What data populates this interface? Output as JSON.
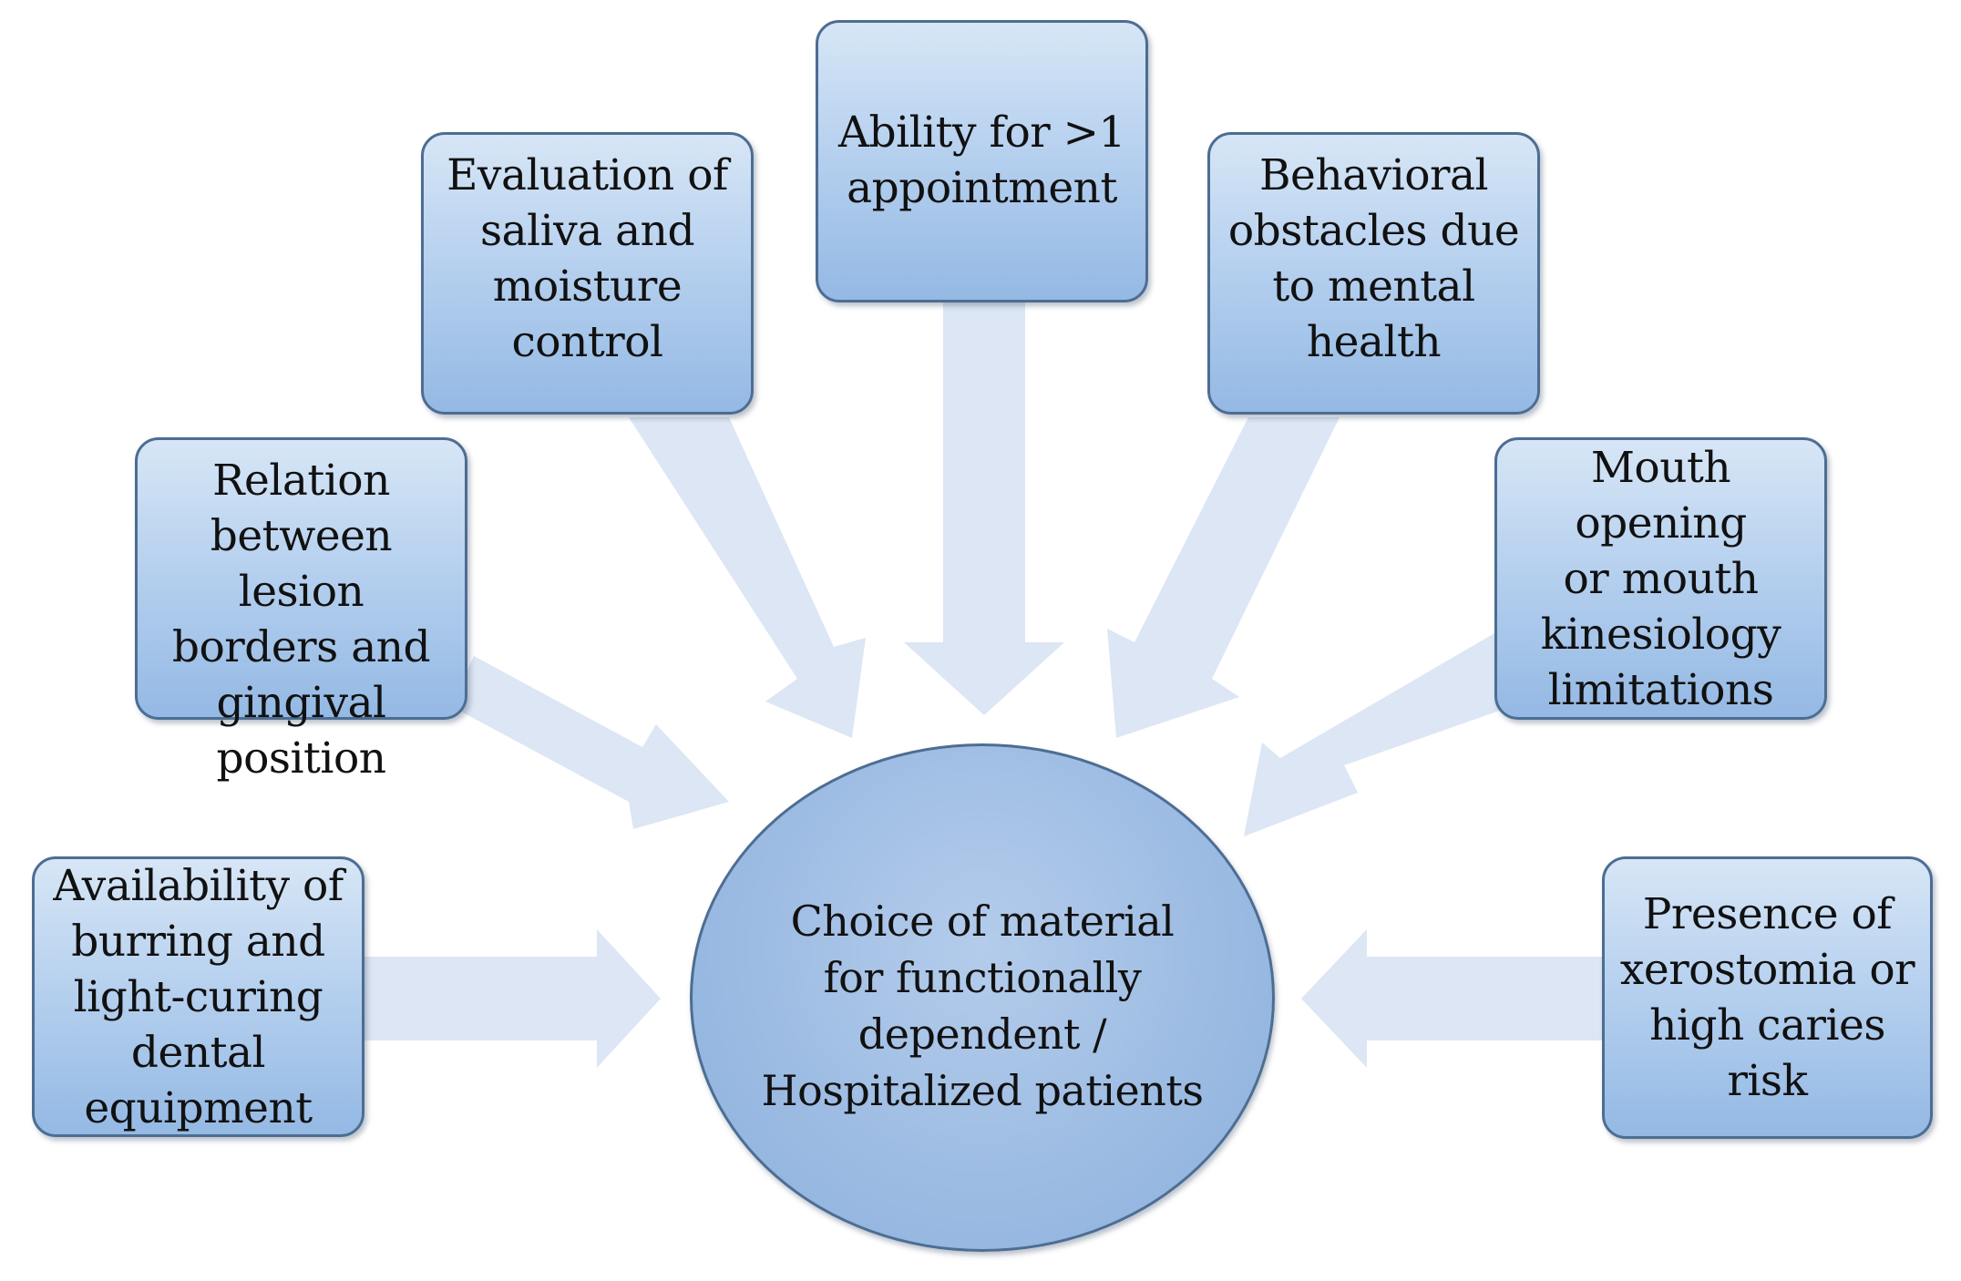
{
  "center": {
    "text": "Choice of  material\nfor functionally\ndependent /\nHospitalized patients"
  },
  "factors": [
    {
      "id": "equipment",
      "text": "Availability of\nburring and\nlight-curing\ndental\nequipment"
    },
    {
      "id": "lesion",
      "text": "Relation\nbetween lesion\nborders and\ngingival\nposition"
    },
    {
      "id": "saliva",
      "text": "Evaluation of\nsaliva and\nmoisture\ncontrol"
    },
    {
      "id": "appointments",
      "text": "Ability for >1\nappointment"
    },
    {
      "id": "behavioral",
      "text": "Behavioral\nobstacles due\nto mental\nhealth"
    },
    {
      "id": "mouth",
      "text": "Mouth opening\nor mouth\nkinesiology\nlimitations"
    },
    {
      "id": "xerostomia",
      "text": "Presence of\nxerostomia or\nhigh caries risk"
    }
  ],
  "colors": {
    "arrow_fill": "#dce6f4",
    "box_border": "#4d6d92",
    "box_fill_top": "#d7e6f6",
    "box_fill_bottom": "#94b9e4",
    "circle_fill": "#9dbce3"
  }
}
